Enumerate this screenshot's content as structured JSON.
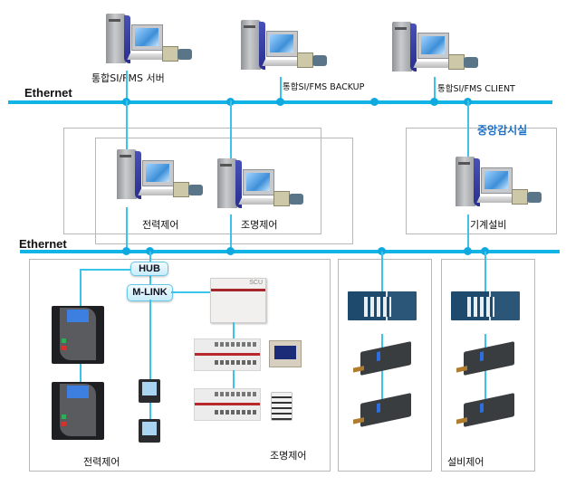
{
  "diagram": {
    "buses": {
      "top_label": "Ethernet",
      "middle_label": "Ethernet"
    },
    "top_tier": {
      "si_fms_server": "통합SI/FMS 서버",
      "si_fms_backup": "통합SI/FMS BACKUP",
      "si_fms_client": "통합SI/FMS CLIENT"
    },
    "control_room": {
      "title": "중앙감시실",
      "power_control_pc": "전력제어",
      "lighting_control_pc": "조명제어",
      "mechanical_pc": "기계설비"
    },
    "field_tier": {
      "hub": "HUB",
      "mlink": "M-LINK",
      "scu_text": "SCU",
      "power_control": "전력제어",
      "lighting_control": "조명제어",
      "facility_control": "설비제어"
    },
    "colors": {
      "bus": "#12b4e6",
      "link": "#3cc3ec",
      "node": "#0fa9df",
      "control_room_title": "#1a6fc6",
      "box_border": "#b8b8b8"
    }
  }
}
